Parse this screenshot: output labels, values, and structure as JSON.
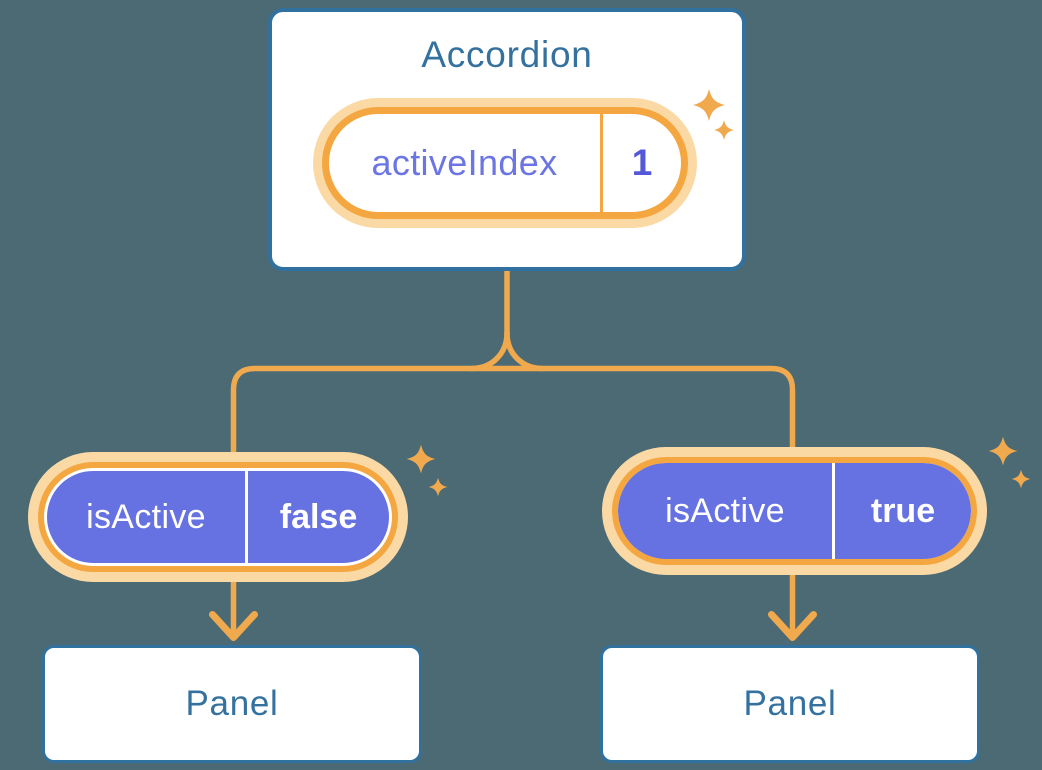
{
  "diagram": {
    "accordion": {
      "title": "Accordion",
      "state": {
        "label": "activeIndex",
        "value": "1"
      }
    },
    "children": [
      {
        "prop": {
          "label": "isActive",
          "value": "false"
        },
        "panel": {
          "title": "Panel"
        }
      },
      {
        "prop": {
          "label": "isActive",
          "value": "true"
        },
        "panel": {
          "title": "Panel"
        }
      }
    ],
    "colors": {
      "background": "#4C6A74",
      "card_fill": "#FFFFFF",
      "card_border": "#30719F",
      "heading_text": "#35719E",
      "orange_ring": "#F4A740",
      "orange_halo": "#FBD9A5",
      "orange_line": "#F1A94E",
      "pill_purple": "#6671E2",
      "state_label_text": "#6B75E3",
      "state_value_text": "#5358D8",
      "pill_text": "#FFFFFF"
    }
  }
}
